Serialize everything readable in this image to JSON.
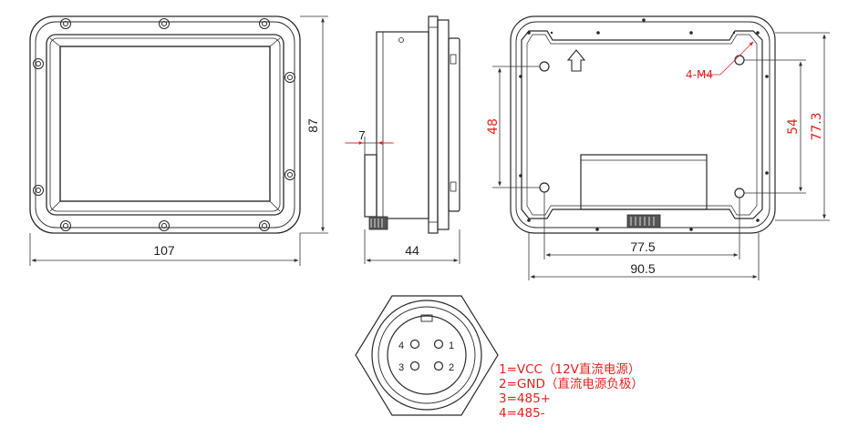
{
  "colors": {
    "line": "#2a2a2a",
    "dim_line": "#333333",
    "accent_red": "#e8201c",
    "screen_fill": "#ffffff"
  },
  "front_view": {
    "width_label": "107",
    "height_label": "87"
  },
  "side_view": {
    "depth_label": "44",
    "flange_label": "7"
  },
  "rear_view": {
    "hole_spacing_horizontal_label": "77.5",
    "overall_width_label": "90.5",
    "hole_spacing_vertical_left_label": "48",
    "hole_spacing_vertical_right_label": "54",
    "overall_height_label": "77.3",
    "thread_callout": "4-M4",
    "up_arrow_icon": "up-arrow-icon"
  },
  "connector": {
    "pin_labels": [
      "4",
      "1",
      "3",
      "2"
    ],
    "legend": [
      "1=VCC（12V直流电源）",
      "2=GND（直流电源负极）",
      "3=485+",
      "4=485-"
    ]
  }
}
